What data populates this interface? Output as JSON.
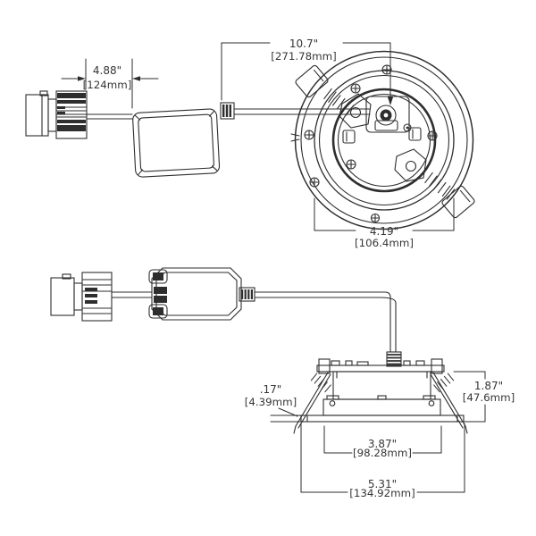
{
  "page": {
    "background": "#ffffff",
    "line_color": "#2e2e2e",
    "text_color": "#363636"
  },
  "drawing": {
    "type": "technical-dimension-diagram",
    "subject": "recessed-downlight-with-junction-box",
    "views": [
      {
        "id": "back-view-assembly",
        "parts": [
          "quick-connect-plug",
          "junction-box",
          "lead-wire",
          "downlight-back-view",
          "spring-clips"
        ]
      },
      {
        "id": "side-view-assembly",
        "parts": [
          "quick-connect-plug",
          "junction-box",
          "lead-wire",
          "downlight-side-view",
          "spring-clips"
        ]
      }
    ],
    "dimensions": {
      "lead_length": {
        "inches": "4.88\"",
        "millimeters": "[124mm]"
      },
      "overall_length": {
        "inches": "10.7\"",
        "millimeters": "[271.78mm]"
      },
      "housing_diameter": {
        "inches": "4.19\"",
        "millimeters": "[106.4mm]"
      },
      "flange_thickness": {
        "inches": ".17\"",
        "millimeters": "[4.39mm]"
      },
      "fixture_height": {
        "inches": "1.87\"",
        "millimeters": "[47.6mm]"
      },
      "lens_width": {
        "inches": "3.87\"",
        "millimeters": "[98.28mm]"
      },
      "trim_diameter": {
        "inches": "5.31\"",
        "millimeters": "[134.92mm]"
      }
    }
  }
}
